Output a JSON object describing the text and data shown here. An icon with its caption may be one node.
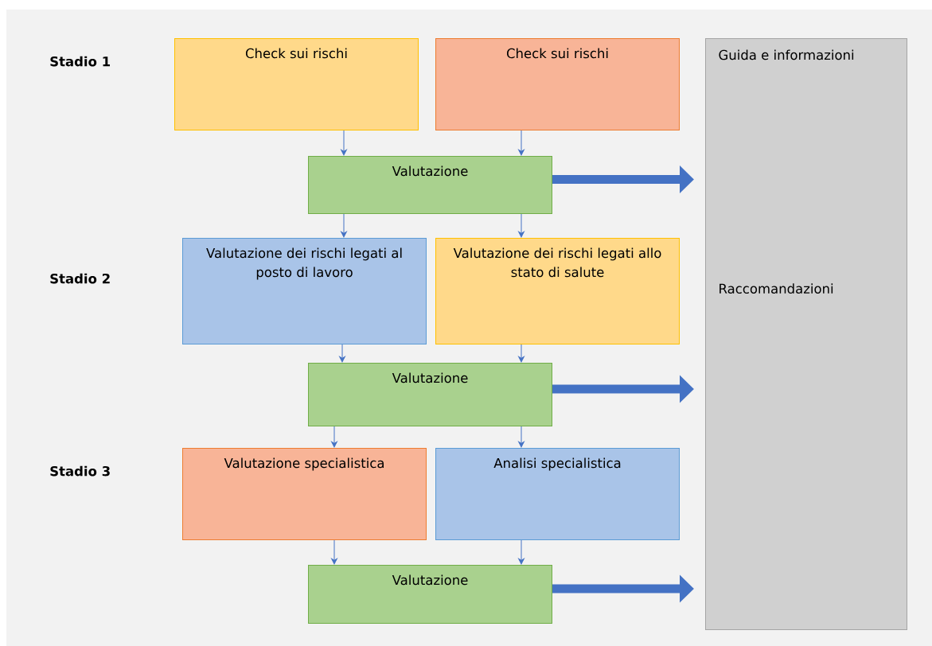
{
  "diagram": {
    "nodes": [
      {
        "text": [
          "Check sui rischi"
        ]
      },
      {
        "text": [
          "Check sui rischi"
        ]
      },
      {
        "text": [
          "Guida e informazioni",
          "Raccomandazioni"
        ]
      },
      {
        "text": [
          "Valutazione"
        ]
      },
      {
        "text": [
          "Valutazione dei rischi legati al posto di lavoro"
        ]
      },
      {
        "text": [
          "Valutazione dei rischi legati allo stato di salute"
        ]
      },
      {
        "text": [
          "Valutazione"
        ]
      },
      {
        "text": [
          "Valutazione specialistica"
        ]
      },
      {
        "text": [
          "Analisi specialistica"
        ]
      },
      {
        "text": [
          "Valutazione"
        ]
      }
    ],
    "edges": [
      {
        "from": 0,
        "to": 3,
        "arrow": "to"
      },
      {
        "from": 1,
        "to": 3,
        "arrow": "to"
      },
      {
        "from": 3,
        "to": 2,
        "arrow": "to",
        "style": "thick"
      },
      {
        "from": 3,
        "to": 4,
        "arrow": "to"
      },
      {
        "from": 3,
        "to": 5,
        "arrow": "to"
      },
      {
        "from": 4,
        "to": 6,
        "arrow": "to"
      },
      {
        "from": 5,
        "to": 6,
        "arrow": "to"
      },
      {
        "from": 6,
        "to": 2,
        "arrow": "to",
        "style": "thick"
      },
      {
        "from": 6,
        "to": 7,
        "arrow": "to"
      },
      {
        "from": 6,
        "to": 8,
        "arrow": "to"
      },
      {
        "from": 7,
        "to": 9,
        "arrow": "to"
      },
      {
        "from": 8,
        "to": 9,
        "arrow": "to"
      },
      {
        "from": 9,
        "to": 2,
        "arrow": "to",
        "style": "thick"
      }
    ],
    "labels": [
      "Stadio 1",
      "Stadio 2",
      "Stadio 3"
    ]
  }
}
